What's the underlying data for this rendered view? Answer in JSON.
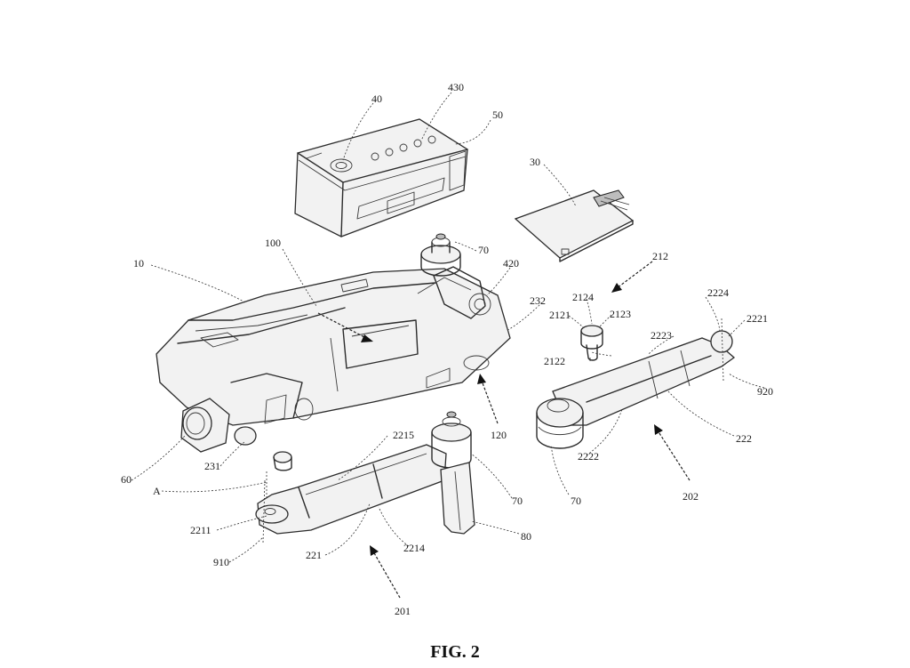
{
  "figure": {
    "caption": "FIG. 2",
    "labels": {
      "r40": "40",
      "r430": "430",
      "r50": "50",
      "r30": "30",
      "r70a": "70",
      "r420": "420",
      "r100": "100",
      "r10": "10",
      "r212": "212",
      "r2124": "2124",
      "r2121": "2121",
      "r2123": "2123",
      "r2122": "2122",
      "r2224": "2224",
      "r2221": "2221",
      "r2223": "2223",
      "r232": "232",
      "r920": "920",
      "r120": "120",
      "r2215": "2215",
      "r2222": "2222",
      "r222": "222",
      "r60": "60",
      "r231": "231",
      "rA": "A",
      "r70b": "70",
      "r70c": "70",
      "r202": "202",
      "r2211": "2211",
      "r80": "80",
      "r910": "910",
      "r221": "221",
      "r2214": "2214",
      "r201": "201"
    }
  }
}
